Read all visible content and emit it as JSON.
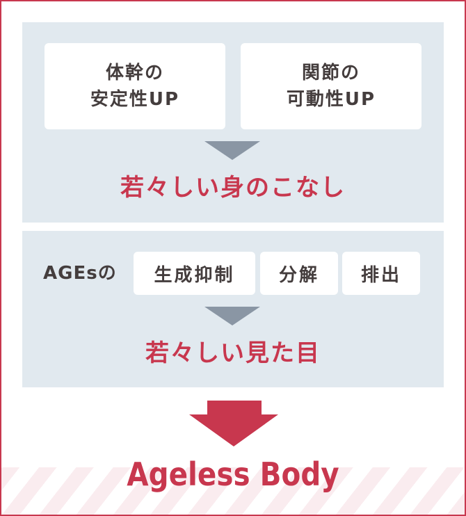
{
  "colors": {
    "accent": "#c8374e",
    "panel_bg": "#e1e9ef",
    "text_dark": "#443d3d",
    "triangle_gray": "#8a96a4",
    "stripe": "#faecef"
  },
  "section1": {
    "cards": [
      {
        "line1": "体幹の",
        "line2": "安定性UP"
      },
      {
        "line1": "関節の",
        "line2": "可動性UP"
      }
    ],
    "arrow_icon": "triangle-down-icon",
    "result": "若々しい身のこなし"
  },
  "section2": {
    "label": "AGEsの",
    "pills": [
      "生成抑制",
      "分解",
      "排出"
    ],
    "arrow_icon": "triangle-down-icon",
    "result": "若々しい見た目"
  },
  "final": {
    "arrow_icon": "arrow-down-icon",
    "title": "Ageless Body"
  }
}
